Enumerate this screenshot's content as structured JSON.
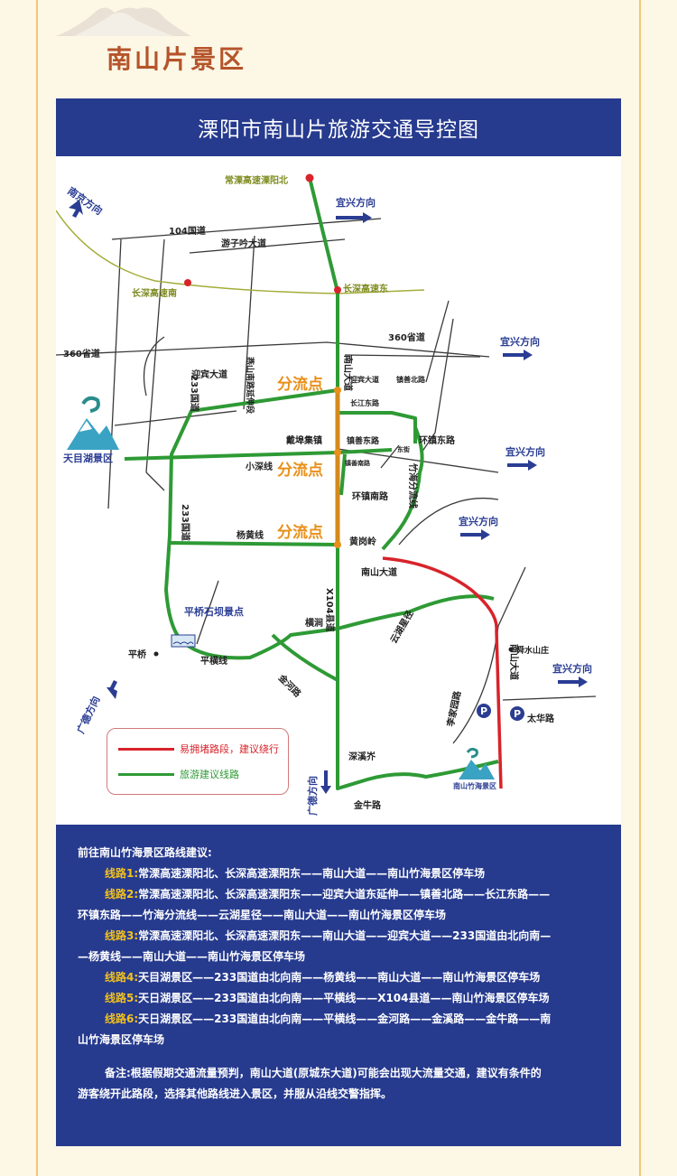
{
  "section_title": "南山片景区",
  "map_title": "溧阳市南山片旅游交通导控图",
  "map": {
    "directions": {
      "nanjing": "南京方向",
      "yixing_1": "宜兴方向",
      "yixing_2": "宜兴方向",
      "yixing_3": "宜兴方向",
      "yixing_4": "宜兴方向",
      "yixing_5": "宜兴方向",
      "guangde_1": "广德方向",
      "guangde_2": "广德方向"
    },
    "roads": {
      "g104": "104国道",
      "youziyin": "游子吟大道",
      "s360_left": "360省道",
      "s360_right": "360省道",
      "g233_top": "233国道",
      "g233_mid": "233国道",
      "yanshan": "燕山南路延伸段",
      "nanshan_top": "南山大道",
      "nanshan_bottom": "南山大道",
      "nanshan_right": "南山大道",
      "yingbin_left": "迎宾大道",
      "yingbin_right": "迎宾大道",
      "zhenshan_north": "镇善北路",
      "changjiang_east": "长江东路",
      "daibu": "戴埠集镇",
      "zhenshan_east": "镇善东路",
      "huanzhen": "环镇东路",
      "xiaoshen": "小深线",
      "zhenshan_south": "镇善南路",
      "dongjie": "东街",
      "zhuhai": "竹海分流线",
      "huanzhen_south": "环镇南路",
      "yunhu": "云湖星径",
      "yanghuang": "杨黄线",
      "huanggangling": "黄岗岭",
      "x104": "X104县道",
      "hengjian": "横涧",
      "pingheng": "平横线",
      "jinhe": "金河路",
      "lijia": "李家园路",
      "taihua": "太华路",
      "shenxijie": "深溪岕",
      "jinniu": "金牛路"
    },
    "points": {
      "changli": "常溧高速溧阳北",
      "changshen_south": "长深高速南",
      "changshen_east": "长深高速东",
      "tianmu": "天目湖景区",
      "pingqiao_scenic": "平桥石坝景点",
      "pingqiao": "平桥",
      "shunshui": "舜水山庄",
      "zhuhai_scenic": "南山竹海景区",
      "parking": "P"
    },
    "divergence": [
      "分流点",
      "分流点",
      "分流点"
    ],
    "legend": {
      "congested": "易拥堵路段，建议绕行",
      "recommended": "旅游建议线路"
    },
    "colors": {
      "recommended": "#2e9a35",
      "congested": "#d8232a",
      "orange": "#e8901a",
      "header": "#263a8e"
    }
  },
  "info": {
    "heading": "前往南山竹海景区路线建议:",
    "routes": [
      {
        "tag": "线路1:",
        "text": "常溧高速溧阳北、长深高速溧阳东——南山大道——南山竹海景区停车场"
      },
      {
        "tag": "线路2:",
        "text": "常溧高速溧阳北、长深高速溧阳东——迎宾大道东延伸——镇善北路——长江东路——",
        "cont": "环镇东路——竹海分流线——云湖星径——南山大道——南山竹海景区停车场"
      },
      {
        "tag": "线路3:",
        "text": "常溧高速溧阳北、长深高速溧阳东——南山大道——迎宾大道——233国道由北向南—",
        "cont": "—杨黄线——南山大道——南山竹海景区停车场"
      },
      {
        "tag": "线路4:",
        "text": "天目湖景区——233国道由北向南——杨黄线——南山大道——南山竹海景区停车场"
      },
      {
        "tag": "线路5:",
        "text": "天日湖景区——233国道由北向南——平横线——X104县道——南山竹海景区停车场"
      },
      {
        "tag": "线路6:",
        "text": "天日湖景区——233国道由北向南——平横线——金河路——金溪路——金牛路——南",
        "cont": "山竹海景区停车场"
      }
    ],
    "note_1": "备注:根据假期交通流量预判，南山大道(原城东大道)可能会出现大流量交通，建议有条件的",
    "note_2": "游客绕开此路段，选择其他路线进入景区，并服从沿线交警指挥。"
  }
}
